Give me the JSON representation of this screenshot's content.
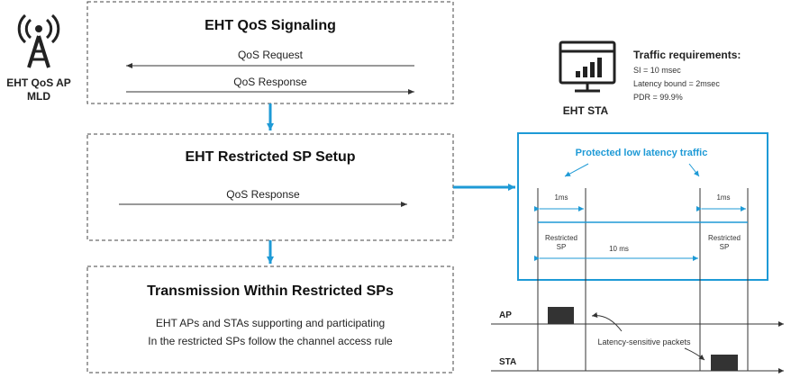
{
  "ap": {
    "icon": "antenna-tower-icon",
    "label_line1": "EHT QoS AP",
    "label_line2": "MLD"
  },
  "box1": {
    "title": "EHT QoS Signaling",
    "arrow1_label": "QoS Request",
    "arrow2_label": "QoS Response"
  },
  "box2": {
    "title": "EHT Restricted SP Setup",
    "arrow_label": "QoS Response"
  },
  "box3": {
    "title": "Transmission Within Restricted SPs",
    "text_line1": "EHT APs and STAs supporting  and participating",
    "text_line2": "In the restricted SPs  follow the channel access rule"
  },
  "sta": {
    "icon": "monitor-chart-icon",
    "label": "EHT STA",
    "requirements_title": "Traffic requirements:",
    "req_si": "SI = 10 msec",
    "req_latency": "Latency bound = 2msec",
    "req_pdr": "PDR = 99.9%"
  },
  "timing": {
    "title": "Protected low latency traffic",
    "left_duration": "1ms",
    "right_duration": "1ms",
    "left_sp_line1": "Restricted",
    "left_sp_line2": "SP",
    "right_sp_line1": "Restricted",
    "right_sp_line2": "SP",
    "interval": "10 ms"
  },
  "timeline": {
    "ap_label": "AP",
    "sta_label": "STA",
    "packets_label": "Latency-sensitive packets"
  },
  "colors": {
    "accent_blue": "#1e9ad6",
    "packet_fill": "#333333",
    "text_dark": "#222222",
    "text_gray": "#555555"
  }
}
